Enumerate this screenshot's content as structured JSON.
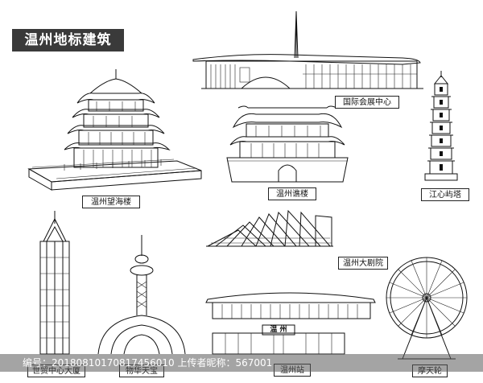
{
  "header": {
    "title": "温州地标建筑"
  },
  "landmarks": [
    {
      "key": "exhibition",
      "label": "国际会展中心"
    },
    {
      "key": "wanghai",
      "label": "温州望海楼"
    },
    {
      "key": "qiao",
      "label": "温州谯楼"
    },
    {
      "key": "pagoda",
      "label": "江心屿塔"
    },
    {
      "key": "theater",
      "label": "温州大剧院"
    },
    {
      "key": "wtc",
      "label": "世贸中心大厦"
    },
    {
      "key": "tvtower",
      "label": "物华天宝"
    },
    {
      "key": "station",
      "label": "温州站"
    },
    {
      "key": "ferris",
      "label": "摩天轮"
    }
  ],
  "station_sign": "温 州",
  "watermark": {
    "text": "编号：20180810170817456010 上传者昵称：567001"
  }
}
